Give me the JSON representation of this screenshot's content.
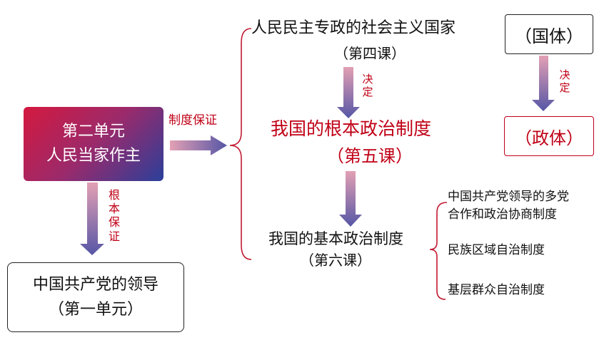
{
  "unit2": {
    "line1": "第二单元",
    "line2": "人民当家作主"
  },
  "unit1": {
    "line1": "中国共产党的领导",
    "line2": "（第一单元）"
  },
  "arrow_labels": {
    "system_guarantee": "制度保证",
    "fundamental_guarantee": [
      "根",
      "本",
      "保",
      "证"
    ],
    "decide_1": [
      "决",
      "定"
    ],
    "decide_2": [
      "决",
      "定"
    ]
  },
  "lesson4": {
    "title": "人民民主专政的社会主义国家",
    "label": "（第四课）"
  },
  "lesson5": {
    "title": "我国的根本政治制度",
    "label": "（第五课）"
  },
  "lesson6": {
    "title": "我国的基本政治制度",
    "label": "（第六课）"
  },
  "state_nature": "（国体）",
  "state_form": "（政体）",
  "basic_systems": [
    {
      "line1": "中国共产党领导的多党",
      "line2": "合作和政治协商制度"
    },
    {
      "line1": "民族区域自治制度"
    },
    {
      "line1": "基层群众自治制度"
    }
  ],
  "colors": {
    "accent_red": "#c00016",
    "arrow_top": "#d98aa0",
    "arrow_bottom": "#5a5aa8"
  }
}
